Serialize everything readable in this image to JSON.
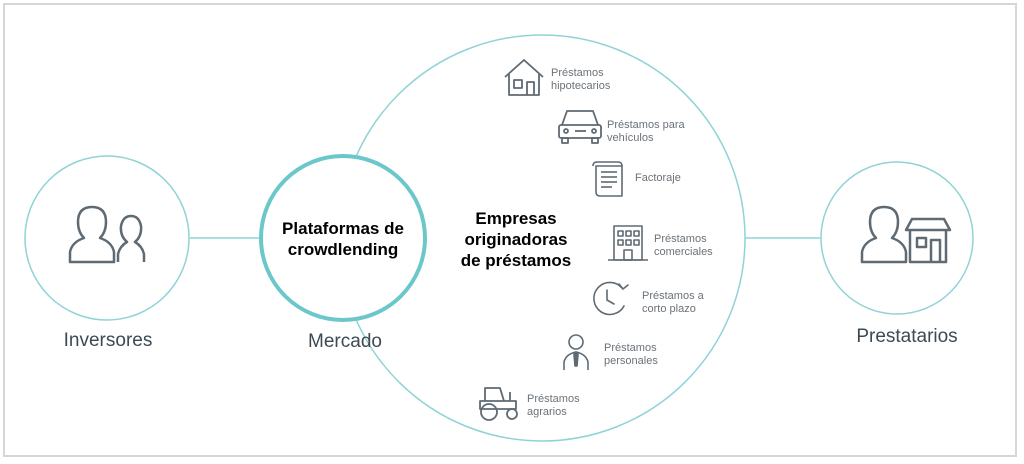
{
  "colors": {
    "ring": "#8fd3d6",
    "ring_strong": "#6cc7cb",
    "icon": "#5f6a73",
    "text": "#3d4a54",
    "muted": "#6b7278"
  },
  "nodes": {
    "investors": {
      "label": "Inversores",
      "icon": "investors-icon"
    },
    "platforms": {
      "title_line1": "Plataformas de",
      "title_line2": "crowdlending",
      "caption": "Mercado"
    },
    "originators": {
      "line1": "Empresas",
      "line2": "originadoras",
      "line3": "de préstamos"
    },
    "borrowers": {
      "label": "Prestatarios",
      "icon": "borrower-shop-icon"
    }
  },
  "loan_types": [
    {
      "line1": "Préstamos",
      "line2": "hipotecarios",
      "icon": "house-icon"
    },
    {
      "line1": "Préstamos para",
      "line2": "vehículos",
      "icon": "car-icon"
    },
    {
      "line1": "Factoraje",
      "line2": "",
      "icon": "invoice-scroll-icon"
    },
    {
      "line1": "Préstamos",
      "line2": "comerciales",
      "icon": "building-icon"
    },
    {
      "line1": "Préstamos a",
      "line2": "corto plazo",
      "icon": "clock-icon"
    },
    {
      "line1": "Préstamos",
      "line2": "personales",
      "icon": "person-tie-icon"
    },
    {
      "line1": "Préstamos",
      "line2": "agrarios",
      "icon": "tractor-icon"
    }
  ]
}
